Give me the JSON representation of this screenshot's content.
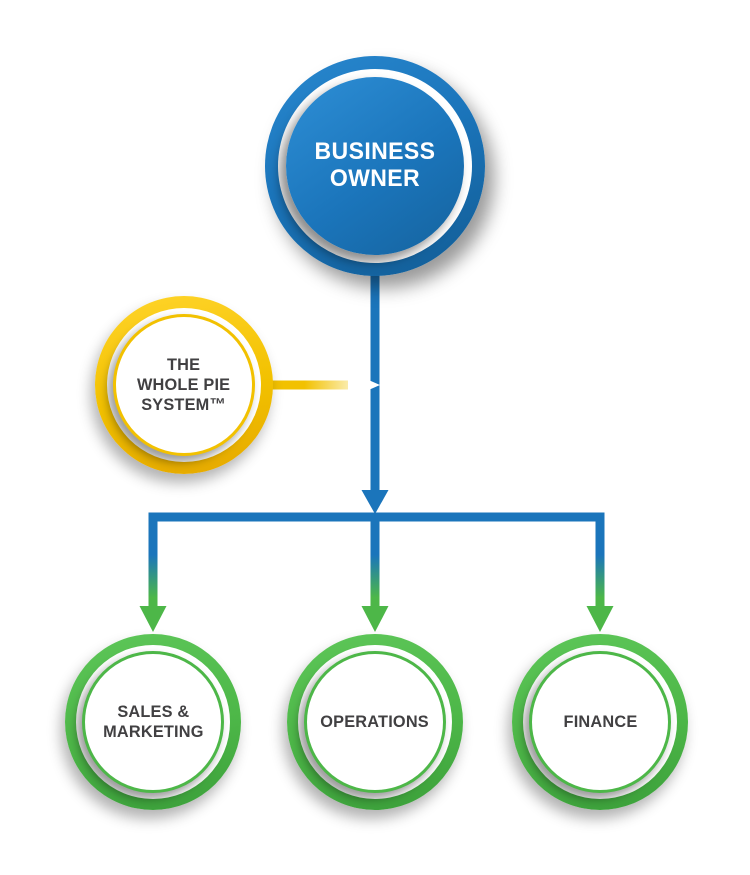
{
  "diagram": {
    "type": "org-chart",
    "nodes": {
      "business_owner": {
        "lines": [
          "BUSINESS",
          "OWNER"
        ],
        "color": "#1B75BB",
        "text_color": "#FFFFFF"
      },
      "whole_pie_system": {
        "lines": [
          "THE",
          "WHOLE PIE",
          "SYSTEM™"
        ],
        "color": "#F2C100",
        "text_color": "#414042"
      },
      "sales_marketing": {
        "lines": [
          "SALES &",
          "MARKETING"
        ],
        "color": "#4DB748",
        "text_color": "#414042"
      },
      "operations": {
        "lines": [
          "OPERATIONS"
        ],
        "color": "#4DB748",
        "text_color": "#414042"
      },
      "finance": {
        "lines": [
          "FINANCE"
        ],
        "color": "#4DB748",
        "text_color": "#414042"
      }
    },
    "connections": [
      {
        "from": "business_owner",
        "to": "sales_marketing"
      },
      {
        "from": "business_owner",
        "to": "operations"
      },
      {
        "from": "business_owner",
        "to": "finance"
      },
      {
        "from": "whole_pie_system",
        "to": "business_owner"
      }
    ],
    "colors": {
      "blue": "#1B75BB",
      "gold": "#F2C100",
      "green": "#4DB748",
      "text_dark": "#414042",
      "background": "#FFFFFF"
    }
  }
}
